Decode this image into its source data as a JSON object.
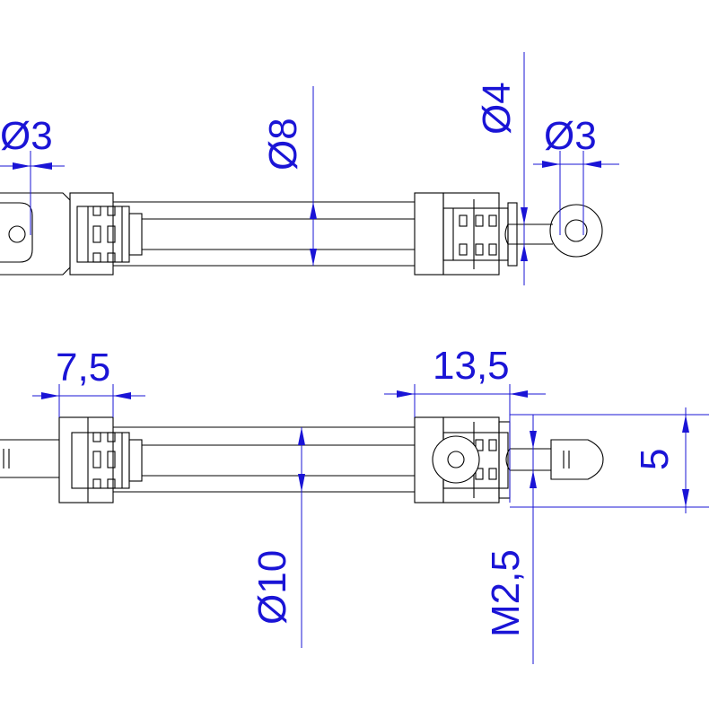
{
  "colors": {
    "dimension": "#1a14d6",
    "part_outline": "#000000",
    "background": "#ffffff"
  },
  "top_view": {
    "dims": {
      "left_eye_dia": "Ø3",
      "body_dia": "Ø8",
      "rod_dia": "Ø4",
      "right_eye_dia": "Ø3"
    }
  },
  "bottom_view": {
    "dims": {
      "left_cap_len": "7,5",
      "right_end_len": "13,5",
      "height": "5",
      "body_dia": "Ø10",
      "thread": "M2,5"
    }
  }
}
